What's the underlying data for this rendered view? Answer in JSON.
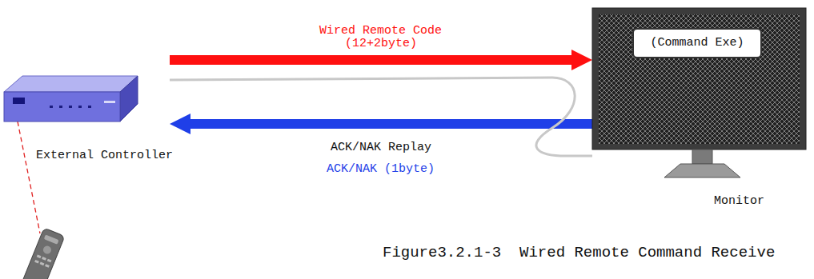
{
  "diagram": {
    "caption": "Figure3.2.1-3  Wired Remote Command Receive",
    "nodes": [
      {
        "text": [
          "External Controller"
        ]
      },
      {
        "text": [
          "Monitor"
        ]
      },
      {
        "text": [
          "(Command Exe)"
        ],
        "in": 1
      }
    ],
    "edges": [
      {
        "from": 0,
        "to": 1,
        "arrow": "to",
        "label": "Wired Remote Code"
      },
      {
        "from": 1,
        "to": 0,
        "arrow": "to",
        "label": "ACK/NAK Replay"
      },
      {
        "from": 0,
        "to": 1,
        "arrow": "none"
      }
    ],
    "labels": [
      "(12+2byte)",
      "ACK/NAK (1byte)"
    ]
  }
}
